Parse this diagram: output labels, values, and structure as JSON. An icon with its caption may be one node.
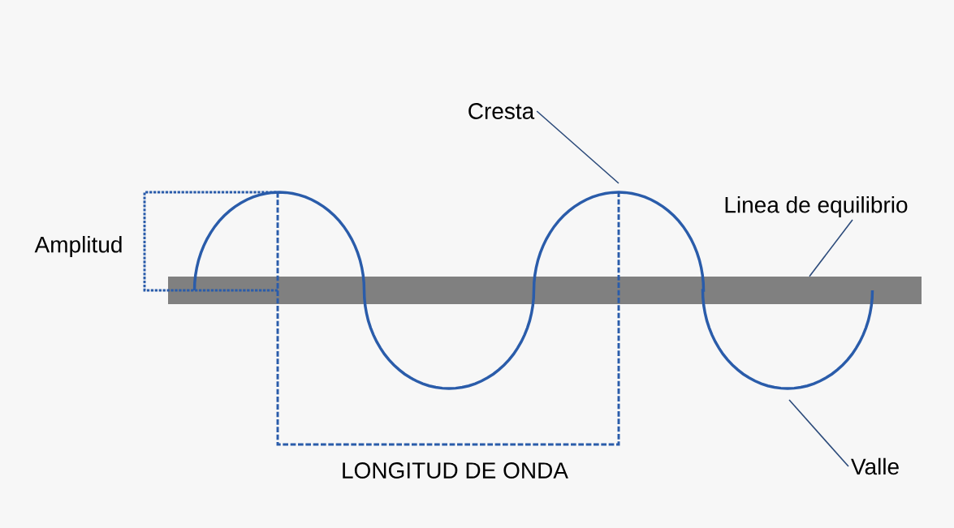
{
  "diagram": {
    "nodes": [
      {
        "text": [
          "Cresta"
        ]
      },
      {
        "text": [
          "Linea de equilibrio"
        ]
      },
      {
        "text": [],
        "shape": "bar"
      },
      {
        "text": [
          "Valle"
        ]
      }
    ],
    "edges": [
      {
        "from": 0,
        "to": null,
        "arrow": "none"
      },
      {
        "from": 1,
        "to": 2,
        "arrow": "none"
      },
      {
        "from": 3,
        "to": null,
        "arrow": "none"
      }
    ],
    "labels": [
      "Amplitud",
      "LONGITUD DE ONDA"
    ]
  }
}
